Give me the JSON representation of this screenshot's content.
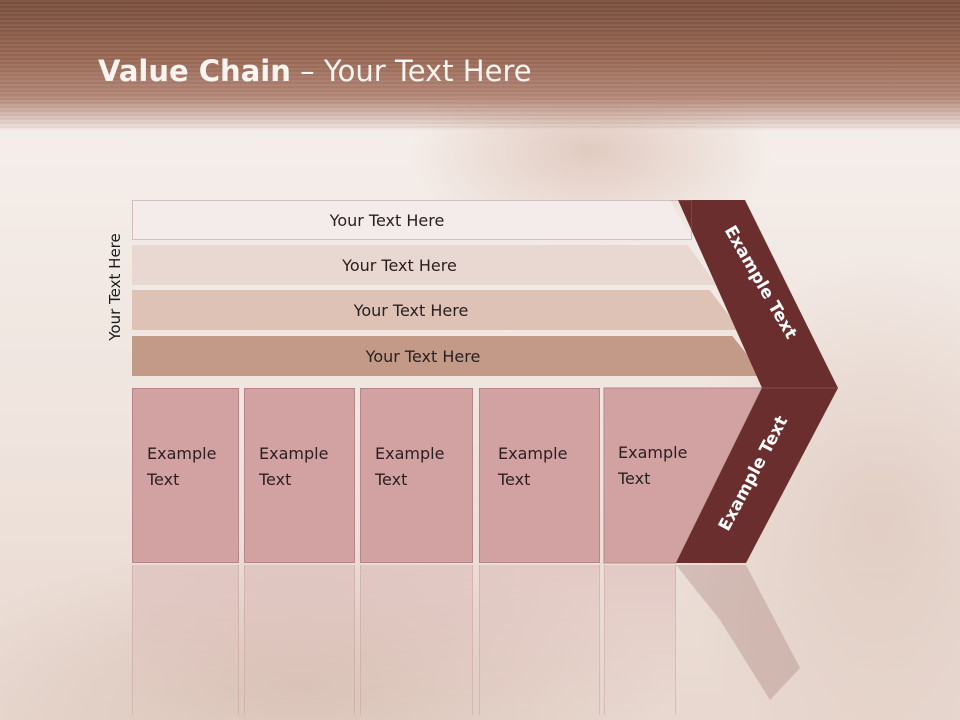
{
  "slide": {
    "title_bold": "Value Chain",
    "title_sep": " – ",
    "title_rest": "Your Text Here",
    "side_label": "Your Text Here"
  },
  "bands": [
    {
      "label": "Your Text Here"
    },
    {
      "label": "Your Text Here"
    },
    {
      "label": "Your Text Here"
    },
    {
      "label": "Your Text Here"
    }
  ],
  "columns": [
    {
      "line1": "Example",
      "line2": "Text"
    },
    {
      "line1": "Example",
      "line2": "Text"
    },
    {
      "line1": "Example",
      "line2": "Text"
    },
    {
      "line1": "Example",
      "line2": "Text"
    },
    {
      "line1": "Example",
      "line2": "Text"
    }
  ],
  "chevron": {
    "upper_label": "Example Text",
    "lower_label": "Example Text",
    "color": "#6b2e2e"
  },
  "colors": {
    "header": "#8a5a47",
    "column_fill": "#d2a2a3"
  }
}
